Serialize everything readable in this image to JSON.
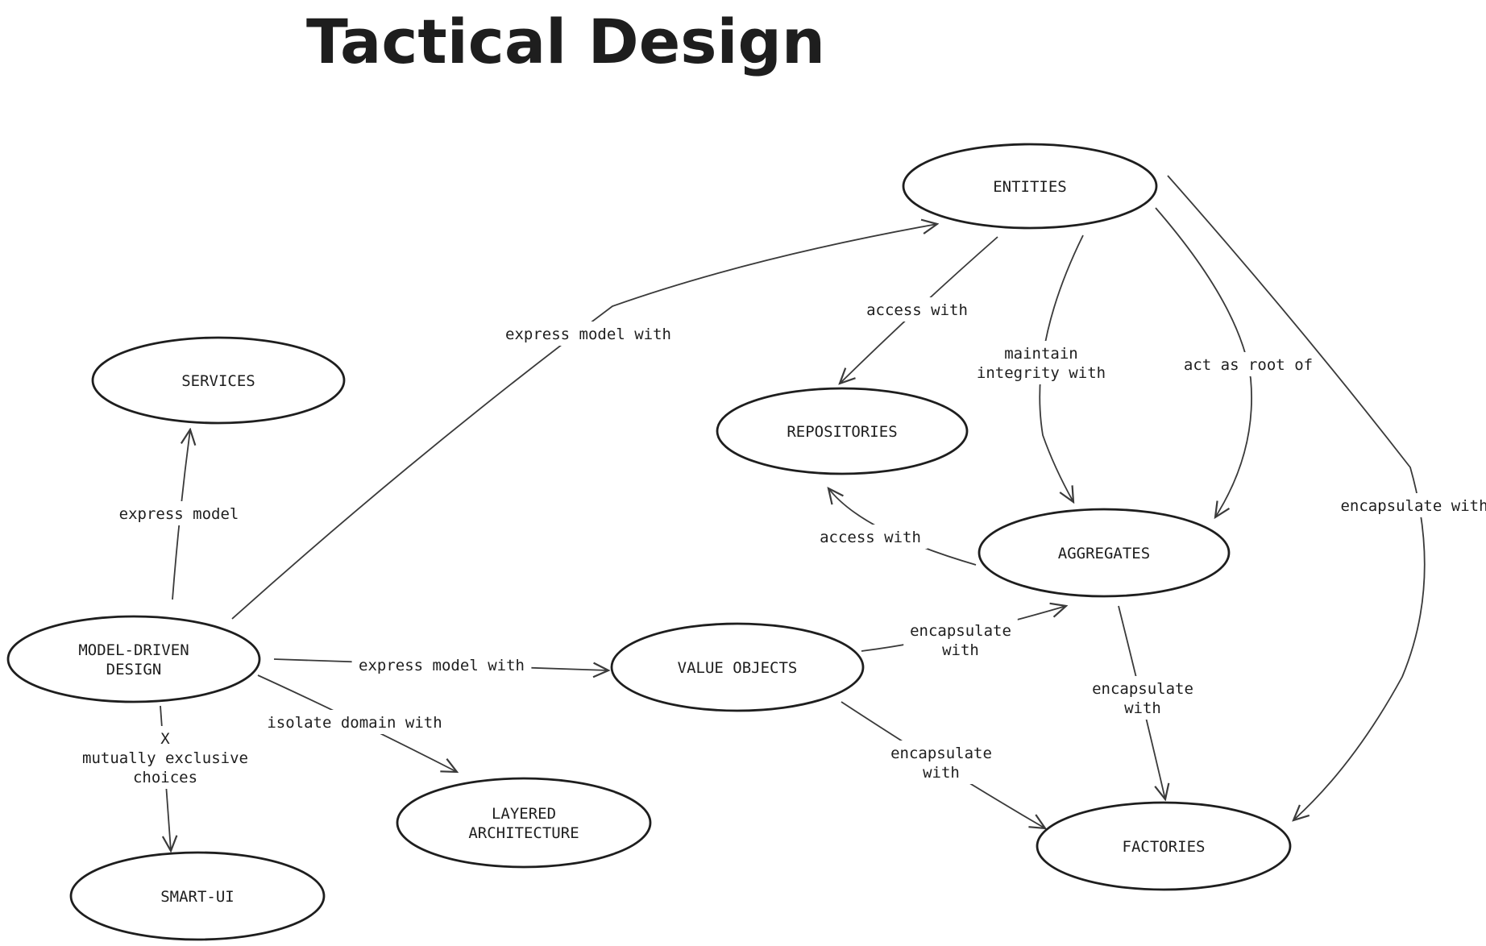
{
  "diagram": {
    "title": "Tactical Design",
    "nodes": [
      {
        "id": "entities",
        "label": [
          "ENTITIES"
        ]
      },
      {
        "id": "services",
        "label": [
          "SERVICES"
        ]
      },
      {
        "id": "repositories",
        "label": [
          "REPOSITORIES"
        ]
      },
      {
        "id": "aggregates",
        "label": [
          "AGGREGATES"
        ]
      },
      {
        "id": "model-driven-design",
        "label": [
          "MODEL-DRIVEN",
          "DESIGN"
        ]
      },
      {
        "id": "value-objects",
        "label": [
          "VALUE OBJECTS"
        ]
      },
      {
        "id": "layered-architecture",
        "label": [
          "LAYERED",
          "ARCHITECTURE"
        ]
      },
      {
        "id": "factories",
        "label": [
          "FACTORIES"
        ]
      },
      {
        "id": "smart-ui",
        "label": [
          "SMART-UI"
        ]
      }
    ],
    "edges": [
      {
        "id": "mdd-to-entities",
        "from": "model-driven-design",
        "to": "entities",
        "label": [
          "express model with"
        ]
      },
      {
        "id": "mdd-to-services",
        "from": "model-driven-design",
        "to": "services",
        "label": [
          "express model"
        ]
      },
      {
        "id": "mdd-to-value-objects",
        "from": "model-driven-design",
        "to": "value-objects",
        "label": [
          "express model with"
        ]
      },
      {
        "id": "mdd-to-layered",
        "from": "model-driven-design",
        "to": "layered-architecture",
        "label": [
          "isolate domain with"
        ]
      },
      {
        "id": "mdd-to-smart-ui",
        "from": "model-driven-design",
        "to": "smart-ui",
        "label": [
          "X",
          "mutually exclusive",
          "choices"
        ]
      },
      {
        "id": "entities-to-repositories",
        "from": "entities",
        "to": "repositories",
        "label": [
          "access with"
        ]
      },
      {
        "id": "entities-to-aggregates-integrity",
        "from": "entities",
        "to": "aggregates",
        "label": [
          "maintain",
          "integrity with"
        ]
      },
      {
        "id": "entities-to-aggregates-root",
        "from": "entities",
        "to": "aggregates",
        "label": [
          "act as root of"
        ]
      },
      {
        "id": "entities-to-factories",
        "from": "entities",
        "to": "factories",
        "label": [
          "encapsulate with"
        ]
      },
      {
        "id": "aggregates-to-repositories",
        "from": "aggregates",
        "to": "repositories",
        "label": [
          "access with"
        ]
      },
      {
        "id": "value-objects-to-aggregates",
        "from": "value-objects",
        "to": "aggregates",
        "label": [
          "encapsulate",
          "with"
        ]
      },
      {
        "id": "aggregates-to-factories",
        "from": "aggregates",
        "to": "factories",
        "label": [
          "encapsulate",
          "with"
        ]
      },
      {
        "id": "value-objects-to-factories",
        "from": "value-objects",
        "to": "factories",
        "label": [
          "encapsulate",
          "with"
        ]
      }
    ]
  }
}
